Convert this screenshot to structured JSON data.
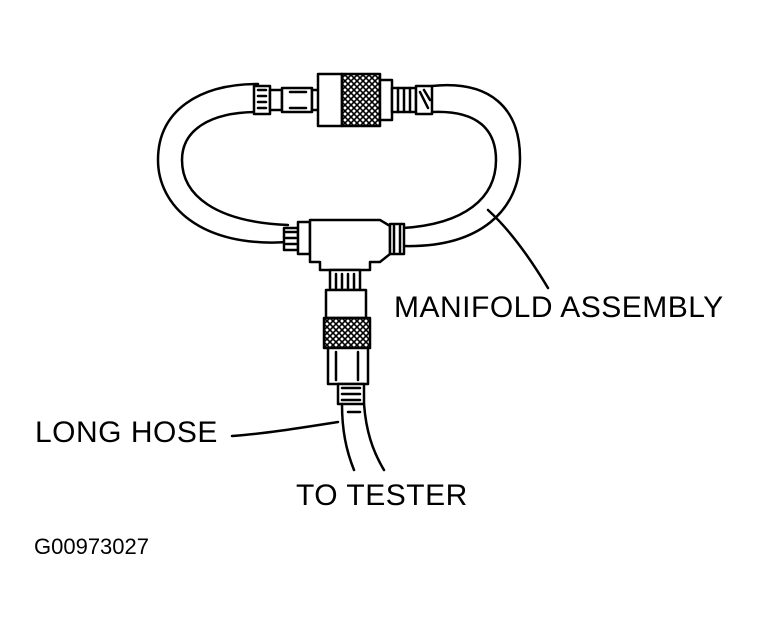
{
  "labels": {
    "manifold": "MANIFOLD ASSEMBLY",
    "long_hose": "LONG HOSE",
    "to_tester": "TO TESTER",
    "figure_code": "G00973027"
  },
  "colors": {
    "line": "#000000",
    "background": "#ffffff"
  }
}
